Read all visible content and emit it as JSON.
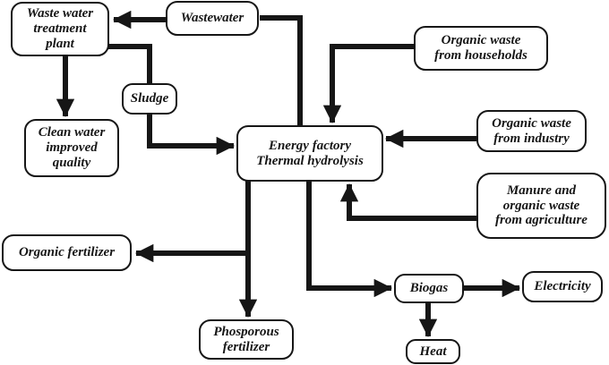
{
  "colors": {
    "ink": "#161616",
    "background": "#ffffff",
    "box_fill": "#ffffff"
  },
  "nodes": {
    "wwtp": {
      "label": "Waste water\ntreatment\nplant"
    },
    "wastewater": {
      "label": "Wastewater"
    },
    "sludge": {
      "label": "Sludge"
    },
    "clean_water": {
      "label": "Clean water\nimproved\nquality"
    },
    "energy_factory": {
      "label": "Energy factory\nThermal hydrolysis"
    },
    "households": {
      "label": "Organic waste\nfrom households"
    },
    "industry": {
      "label": "Organic waste\nfrom industry"
    },
    "agriculture": {
      "label": "Manure and\norganic waste\nfrom agriculture"
    },
    "organic_fertilizer": {
      "label": "Organic fertilizer"
    },
    "phosporous_fertilizer": {
      "label": "Phosporous\nfertilizer"
    },
    "biogas": {
      "label": "Biogas"
    },
    "electricity": {
      "label": "Electricity"
    },
    "heat": {
      "label": "Heat"
    }
  },
  "edges": [
    {
      "from": "energy_factory",
      "to": "wwtp",
      "via_label": "wastewater"
    },
    {
      "from": "wastewater",
      "to": "wwtp",
      "arrow": true
    },
    {
      "from": "wwtp",
      "to": "clean_water",
      "arrow": true
    },
    {
      "from": "wwtp",
      "to": "energy_factory",
      "via_label": "sludge",
      "arrow": true
    },
    {
      "from": "households",
      "to": "energy_factory",
      "arrow": true
    },
    {
      "from": "industry",
      "to": "energy_factory",
      "arrow": true
    },
    {
      "from": "agriculture",
      "to": "energy_factory",
      "arrow": true
    },
    {
      "from": "energy_factory",
      "to": "organic_fertilizer",
      "arrow": true
    },
    {
      "from": "energy_factory",
      "to": "phosporous_fertilizer",
      "arrow": true
    },
    {
      "from": "energy_factory",
      "to": "biogas",
      "arrow": true
    },
    {
      "from": "biogas",
      "to": "electricity",
      "arrow": true
    },
    {
      "from": "biogas",
      "to": "heat",
      "arrow": true
    }
  ]
}
